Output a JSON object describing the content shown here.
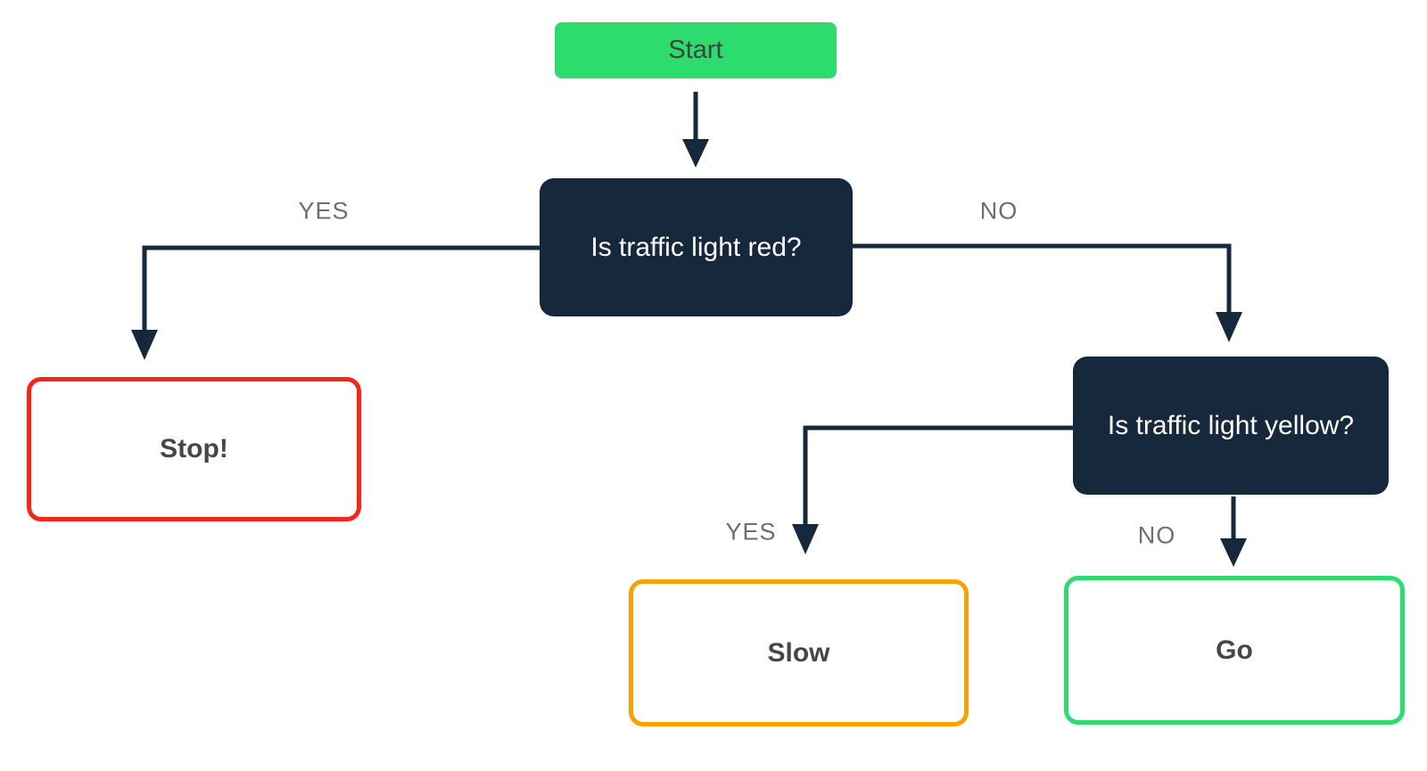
{
  "diagram": {
    "type": "flowchart",
    "nodes": {
      "start": {
        "label": "Start",
        "kind": "start-terminal",
        "fill": "#2edc6e",
        "text_color": "#3f4345"
      },
      "q_red": {
        "label": "Is traffic light red?",
        "kind": "decision",
        "fill": "#16293c",
        "text_color": "#ffffff"
      },
      "stop": {
        "label": "Stop!",
        "kind": "result",
        "border_color": "#f4271c",
        "text_color": "#464646"
      },
      "q_yellow": {
        "label": "Is traffic light yellow?",
        "kind": "decision",
        "fill": "#16293c",
        "text_color": "#ffffff"
      },
      "slow": {
        "label": "Slow",
        "kind": "result",
        "border_color": "#f8a102",
        "text_color": "#464646"
      },
      "go": {
        "label": "Go",
        "kind": "result",
        "border_color": "#2edc6e",
        "text_color": "#464646"
      }
    },
    "edges": {
      "start_to_q_red": {
        "from": "start",
        "to": "q_red",
        "label": ""
      },
      "q_red_yes": {
        "from": "q_red",
        "to": "stop",
        "label": "YES"
      },
      "q_red_no": {
        "from": "q_red",
        "to": "q_yellow",
        "label": "NO"
      },
      "q_yellow_yes": {
        "from": "q_yellow",
        "to": "slow",
        "label": "YES"
      },
      "q_yellow_no": {
        "from": "q_yellow",
        "to": "go",
        "label": "NO"
      }
    },
    "colors": {
      "connector": "#16293c",
      "edge_label": "#6e6e6e",
      "background": "#ffffff"
    }
  }
}
